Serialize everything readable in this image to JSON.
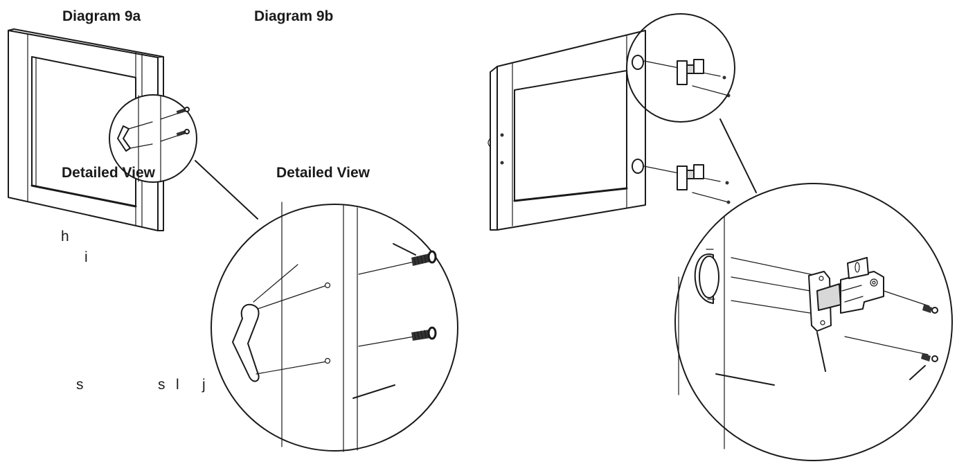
{
  "diagram_9a": {
    "title": "Diagram 9a",
    "detail_title": "Detailed View",
    "labels": {
      "h": "h",
      "i": "i",
      "s1": "s",
      "s2": "s",
      "l": "l",
      "j": "j"
    }
  },
  "diagram_9b": {
    "title": "Diagram 9b",
    "detail_title": "Detailed View"
  }
}
